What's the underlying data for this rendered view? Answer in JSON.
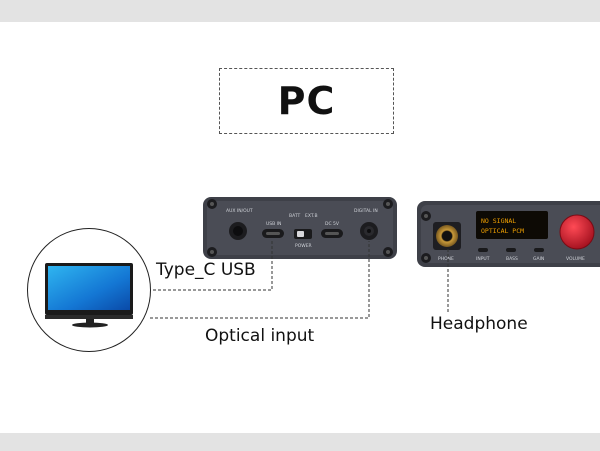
{
  "heading": {
    "text": "PC"
  },
  "labels": {
    "type_c": "Type_C USB",
    "optical": "Optical input",
    "headphone": "Headphone"
  },
  "device_back": {
    "ports": {
      "aux": "AUX IN/OUT",
      "usb": "USB IN",
      "batt": "BATT",
      "extb": "EXT.B",
      "power": "POWER",
      "dc": "DC 5V",
      "digital": "DIGITAL IN"
    }
  },
  "device_front": {
    "display_line1": "NO SIGNAL",
    "display_line2": "OPTICAL PCM",
    "knobs": {
      "phone": "PHONE",
      "input": "INPUT",
      "bass": "BASS",
      "gain": "GAIN",
      "volume": "VOLUME"
    }
  },
  "colors": {
    "device_body": "#3e4048",
    "accent_red": "#c8142a",
    "display": "#f0a000"
  }
}
